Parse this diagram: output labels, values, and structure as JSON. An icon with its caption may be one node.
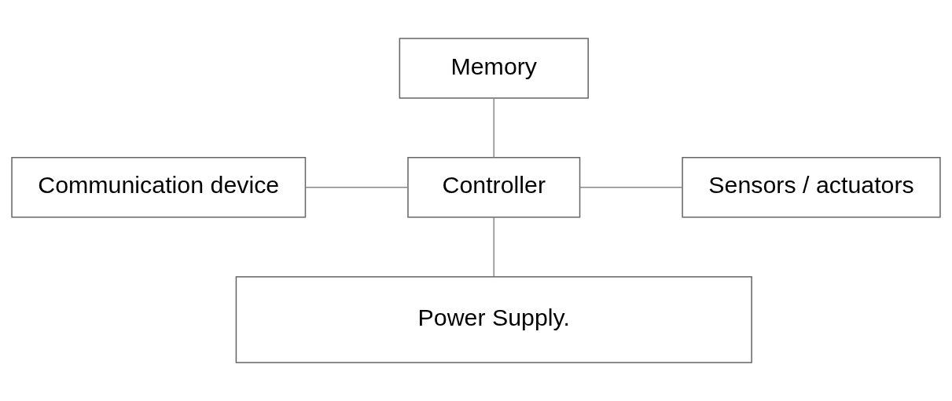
{
  "diagram": {
    "nodes": [
      {
        "text": [
          "Memory"
        ]
      },
      {
        "text": [
          "Communication device"
        ]
      },
      {
        "text": [
          "Controller"
        ]
      },
      {
        "text": [
          "Sensors / actuators"
        ]
      },
      {
        "text": [
          "Power Supply."
        ]
      }
    ],
    "edges": [
      {
        "from": 0,
        "to": 2,
        "arrow": "none"
      },
      {
        "from": 1,
        "to": 2,
        "arrow": "none"
      },
      {
        "from": 2,
        "to": 3,
        "arrow": "none"
      },
      {
        "from": 2,
        "to": 4,
        "arrow": "none"
      }
    ]
  }
}
